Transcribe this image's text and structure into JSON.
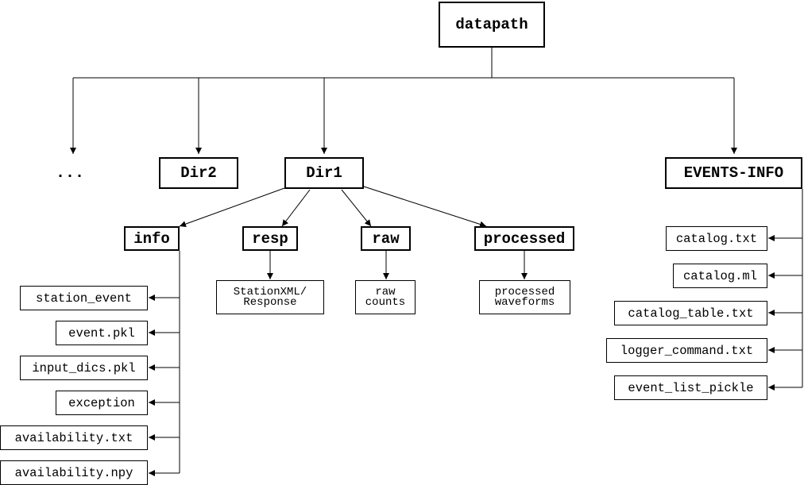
{
  "root": "datapath",
  "ellipsis": "...",
  "dirs": {
    "dir2": "Dir2",
    "dir1": "Dir1",
    "events_info": "EVENTS-INFO"
  },
  "subdirs": {
    "info": "info",
    "resp": "resp",
    "raw": "raw",
    "processed": "processed"
  },
  "descriptions": {
    "resp": "StationXML/\nResponse",
    "raw": "raw\ncounts",
    "processed": "processed\nwaveforms"
  },
  "info_files": [
    "station_event",
    "event.pkl",
    "input_dics.pkl",
    "exception",
    "availability.txt",
    "availability.npy"
  ],
  "events_files": [
    "catalog.txt",
    "catalog.ml",
    "catalog_table.txt",
    "logger_command.txt",
    "event_list_pickle"
  ]
}
